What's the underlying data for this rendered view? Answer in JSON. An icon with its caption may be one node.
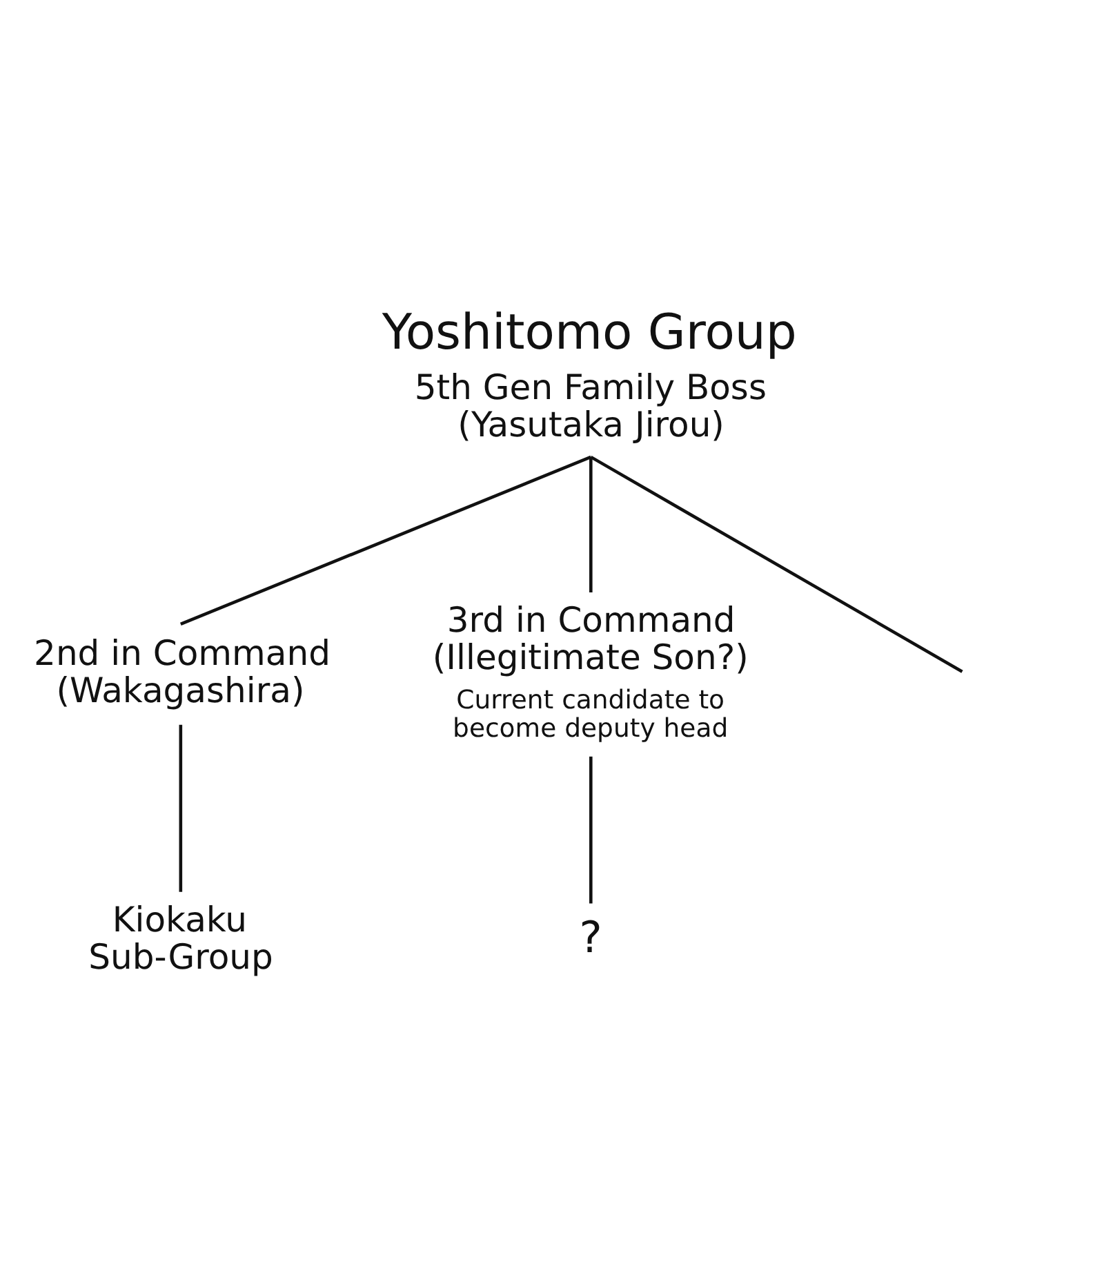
{
  "diagram": {
    "nodes": [
      {
        "text": [
          "Yoshitomo Group",
          "5th Gen Family Boss (Yasutaka Jirou)"
        ]
      },
      {
        "text": [
          "2nd in Command (Wakagashira)"
        ]
      },
      {
        "text": [
          "3rd in Command (Illegitimate Son?)"
        ],
        "beside": [
          "Current candidate to become deputy head"
        ]
      },
      {
        "text": [
          "Kiokaku Sub-Group"
        ]
      },
      {
        "text": [
          "?"
        ]
      }
    ],
    "edges": [
      {
        "from": 0,
        "to": 1,
        "arrow": "none"
      },
      {
        "from": 0,
        "to": 2,
        "arrow": "none"
      },
      {
        "from": 0,
        "to": null,
        "arrow": "none"
      },
      {
        "from": 1,
        "to": 3,
        "arrow": "none"
      },
      {
        "from": 2,
        "to": 4,
        "arrow": "none"
      }
    ]
  }
}
